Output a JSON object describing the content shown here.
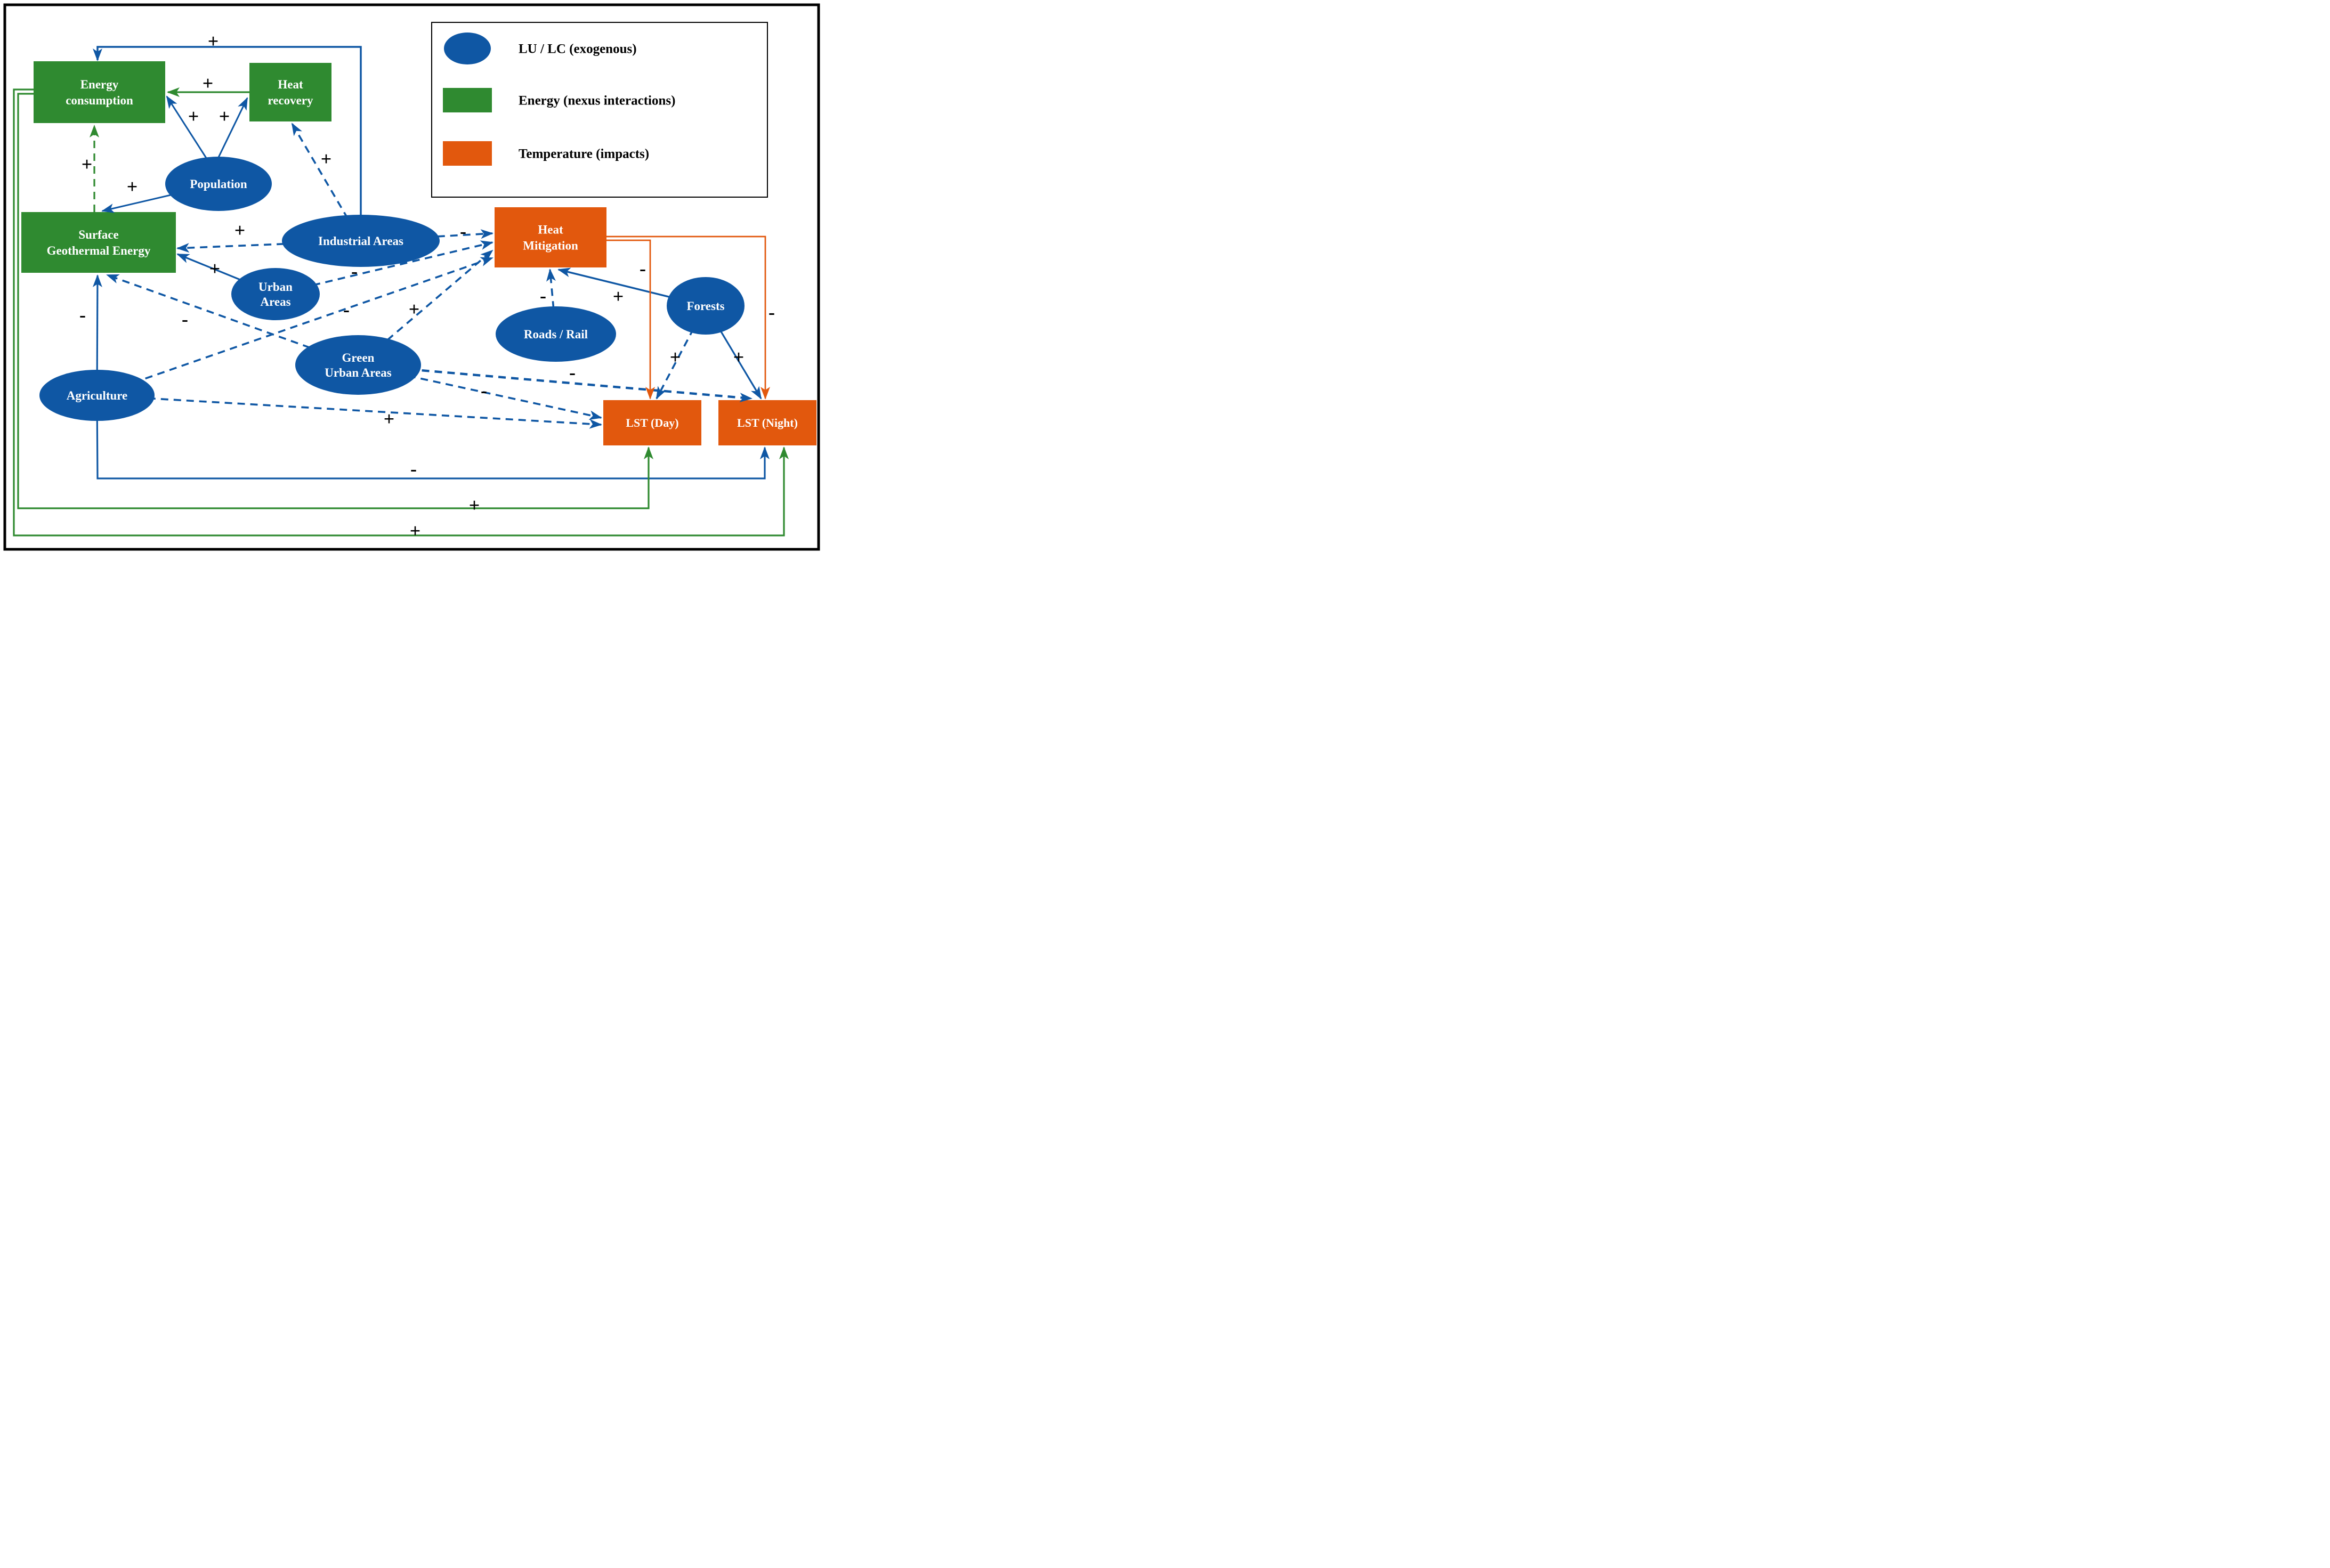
{
  "colors": {
    "lulc_blue": "#0F57A4",
    "energy_green": "#2F8A30",
    "temperature_orange": "#E2580D",
    "sign_black": "#000000",
    "node_text_white": "#FFFFFF"
  },
  "legend": {
    "items": [
      {
        "swatch": "ellipse",
        "color_key": "lulc_blue",
        "label": "LU / LC (exogenous)"
      },
      {
        "swatch": "rect",
        "color_key": "energy_green",
        "label": "Energy (nexus interactions)"
      },
      {
        "swatch": "rect",
        "color_key": "temperature_orange",
        "label": "Temperature (impacts)"
      }
    ]
  },
  "nodes": [
    {
      "id": "energy-consumption",
      "label": "Energy\nconsumption",
      "shape": "rect",
      "category": "energy"
    },
    {
      "id": "heat-recovery",
      "label": "Heat\nrecovery",
      "shape": "rect",
      "category": "energy"
    },
    {
      "id": "surface-geothermal-energy",
      "label": "Surface\nGeothermal Energy",
      "shape": "rect",
      "category": "energy"
    },
    {
      "id": "heat-mitigation",
      "label": "Heat\nMitigation",
      "shape": "rect",
      "category": "temperature"
    },
    {
      "id": "lst-day",
      "label": "LST (Day)",
      "shape": "rect",
      "category": "temperature"
    },
    {
      "id": "lst-night",
      "label": "LST (Night)",
      "shape": "rect",
      "category": "temperature"
    },
    {
      "id": "population",
      "label": "Population",
      "shape": "ellipse",
      "category": "lulc"
    },
    {
      "id": "industrial-areas",
      "label": "Industrial Areas",
      "shape": "ellipse",
      "category": "lulc"
    },
    {
      "id": "urban-areas",
      "label": "Urban\nAreas",
      "shape": "ellipse",
      "category": "lulc"
    },
    {
      "id": "green-urban-areas",
      "label": "Green\nUrban Areas",
      "shape": "ellipse",
      "category": "lulc"
    },
    {
      "id": "agriculture",
      "label": "Agriculture",
      "shape": "ellipse",
      "category": "lulc"
    },
    {
      "id": "roads-rail",
      "label": "Roads / Rail",
      "shape": "ellipse",
      "category": "lulc"
    },
    {
      "id": "forests",
      "label": "Forests",
      "shape": "ellipse",
      "category": "lulc"
    }
  ],
  "edges": [
    {
      "id": "ia-ec",
      "from": "industrial-areas",
      "to": "energy-consumption",
      "sign": "+",
      "style": "solid",
      "color_key": "lulc_blue"
    },
    {
      "id": "ia-hr",
      "from": "industrial-areas",
      "to": "heat-recovery",
      "sign": "+",
      "style": "dashed",
      "color_key": "lulc_blue"
    },
    {
      "id": "ia-sge",
      "from": "industrial-areas",
      "to": "surface-geothermal-energy",
      "sign": "+",
      "style": "dashed",
      "color_key": "lulc_blue"
    },
    {
      "id": "ia-hm",
      "from": "industrial-areas",
      "to": "heat-mitigation",
      "sign": "-",
      "style": "dashed",
      "color_key": "lulc_blue"
    },
    {
      "id": "pop-ec",
      "from": "population",
      "to": "energy-consumption",
      "sign": "+",
      "style": "solid",
      "color_key": "lulc_blue"
    },
    {
      "id": "pop-hr",
      "from": "population",
      "to": "heat-recovery",
      "sign": "+",
      "style": "solid",
      "color_key": "lulc_blue"
    },
    {
      "id": "pop-sge",
      "from": "population",
      "to": "surface-geothermal-energy",
      "sign": "+",
      "style": "solid",
      "color_key": "lulc_blue"
    },
    {
      "id": "ua-sge",
      "from": "urban-areas",
      "to": "surface-geothermal-energy",
      "sign": "+",
      "style": "solid",
      "color_key": "lulc_blue"
    },
    {
      "id": "ua-hm",
      "from": "urban-areas",
      "to": "heat-mitigation",
      "sign": "-",
      "style": "dashed",
      "color_key": "lulc_blue"
    },
    {
      "id": "gua-sge",
      "from": "green-urban-areas",
      "to": "surface-geothermal-energy",
      "sign": "-",
      "style": "dashed",
      "color_key": "lulc_blue"
    },
    {
      "id": "gua-hm",
      "from": "green-urban-areas",
      "to": "heat-mitigation",
      "sign": "+",
      "style": "dashed",
      "color_key": "lulc_blue"
    },
    {
      "id": "gua-lstday",
      "from": "green-urban-areas",
      "to": "lst-day",
      "sign": "-",
      "style": "dashed",
      "color_key": "lulc_blue"
    },
    {
      "id": "gua-lstnight",
      "from": "green-urban-areas",
      "to": "lst-night",
      "sign": "-",
      "style": "dashed",
      "color_key": "lulc_blue"
    },
    {
      "id": "ag-sge",
      "from": "agriculture",
      "to": "surface-geothermal-energy",
      "sign": "-",
      "style": "solid",
      "color_key": "lulc_blue"
    },
    {
      "id": "ag-hm",
      "from": "agriculture",
      "to": "heat-mitigation",
      "sign": "-",
      "style": "dashed",
      "color_key": "lulc_blue"
    },
    {
      "id": "ag-lstday",
      "from": "agriculture",
      "to": "lst-day",
      "sign": "+",
      "style": "dashed",
      "color_key": "lulc_blue"
    },
    {
      "id": "ag-lstnight",
      "from": "agriculture",
      "to": "lst-night",
      "sign": "-",
      "style": "solid",
      "color_key": "lulc_blue"
    },
    {
      "id": "rr-hm",
      "from": "roads-rail",
      "to": "heat-mitigation",
      "sign": "-",
      "style": "dashed",
      "color_key": "lulc_blue"
    },
    {
      "id": "forests-hm",
      "from": "forests",
      "to": "heat-mitigation",
      "sign": "+",
      "style": "solid",
      "color_key": "lulc_blue"
    },
    {
      "id": "forests-lstday",
      "from": "forests",
      "to": "lst-day",
      "sign": "+",
      "style": "dashed",
      "color_key": "lulc_blue"
    },
    {
      "id": "forests-lstnight",
      "from": "forests",
      "to": "lst-night",
      "sign": "+",
      "style": "solid",
      "color_key": "lulc_blue"
    },
    {
      "id": "hr-ec",
      "from": "heat-recovery",
      "to": "energy-consumption",
      "sign": "+",
      "style": "solid",
      "color_key": "energy_green"
    },
    {
      "id": "sge-ec",
      "from": "surface-geothermal-energy",
      "to": "energy-consumption",
      "sign": "+",
      "style": "dashed",
      "color_key": "energy_green"
    },
    {
      "id": "ec-lstday",
      "from": "energy-consumption",
      "to": "lst-day",
      "sign": "+",
      "style": "solid",
      "color_key": "energy_green"
    },
    {
      "id": "ec-lstnight",
      "from": "energy-consumption",
      "to": "lst-night",
      "sign": "+",
      "style": "solid",
      "color_key": "energy_green"
    },
    {
      "id": "hm-lstday",
      "from": "heat-mitigation",
      "to": "lst-day",
      "sign": "-",
      "style": "solid",
      "color_key": "temperature_orange"
    },
    {
      "id": "hm-lstnight",
      "from": "heat-mitigation",
      "to": "lst-night",
      "sign": "-",
      "style": "solid",
      "color_key": "temperature_orange"
    }
  ]
}
